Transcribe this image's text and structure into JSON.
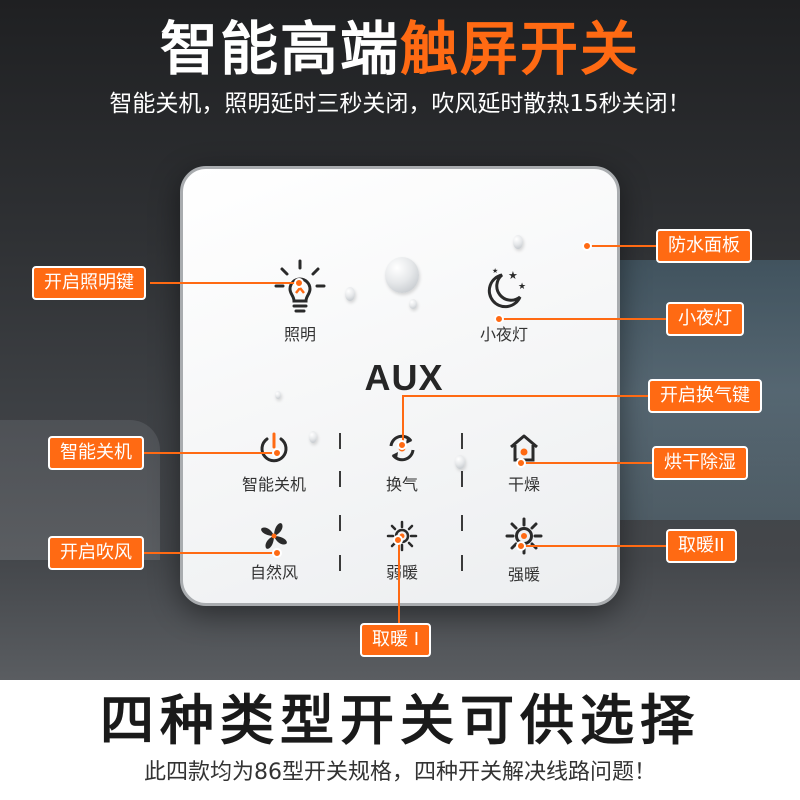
{
  "header": {
    "title_white": "智能高端",
    "title_orange": "触屏开关",
    "subtitle": "智能关机，照明延时三秒关闭，吹风延时散热15秒关闭！"
  },
  "panel": {
    "logo": "AUX",
    "buttons": {
      "lighting": "照明",
      "night_light": "小夜灯",
      "smart_off": "智能关机",
      "ventilation": "换气",
      "drying": "干燥",
      "natural_wind": "自然风",
      "weak_heat": "弱暖",
      "strong_heat": "强暖"
    }
  },
  "callouts": {
    "waterproof": "防水面板",
    "lighting_key": "开启照明键",
    "night_light": "小夜灯",
    "ventilation_key": "开启换气键",
    "smart_off": "智能关机",
    "drying": "烘干除湿",
    "blow": "开启吹风",
    "heat_two": "取暖II",
    "heat_one": "取暖 I"
  },
  "footer": {
    "title": "四种类型开关可供选择",
    "subtitle": "此四款均为86型开关规格，四种开关解决线路问题！"
  },
  "colors": {
    "accent": "#ff6a13",
    "panel": "#ffffff",
    "icon": "#2a2a2a"
  }
}
